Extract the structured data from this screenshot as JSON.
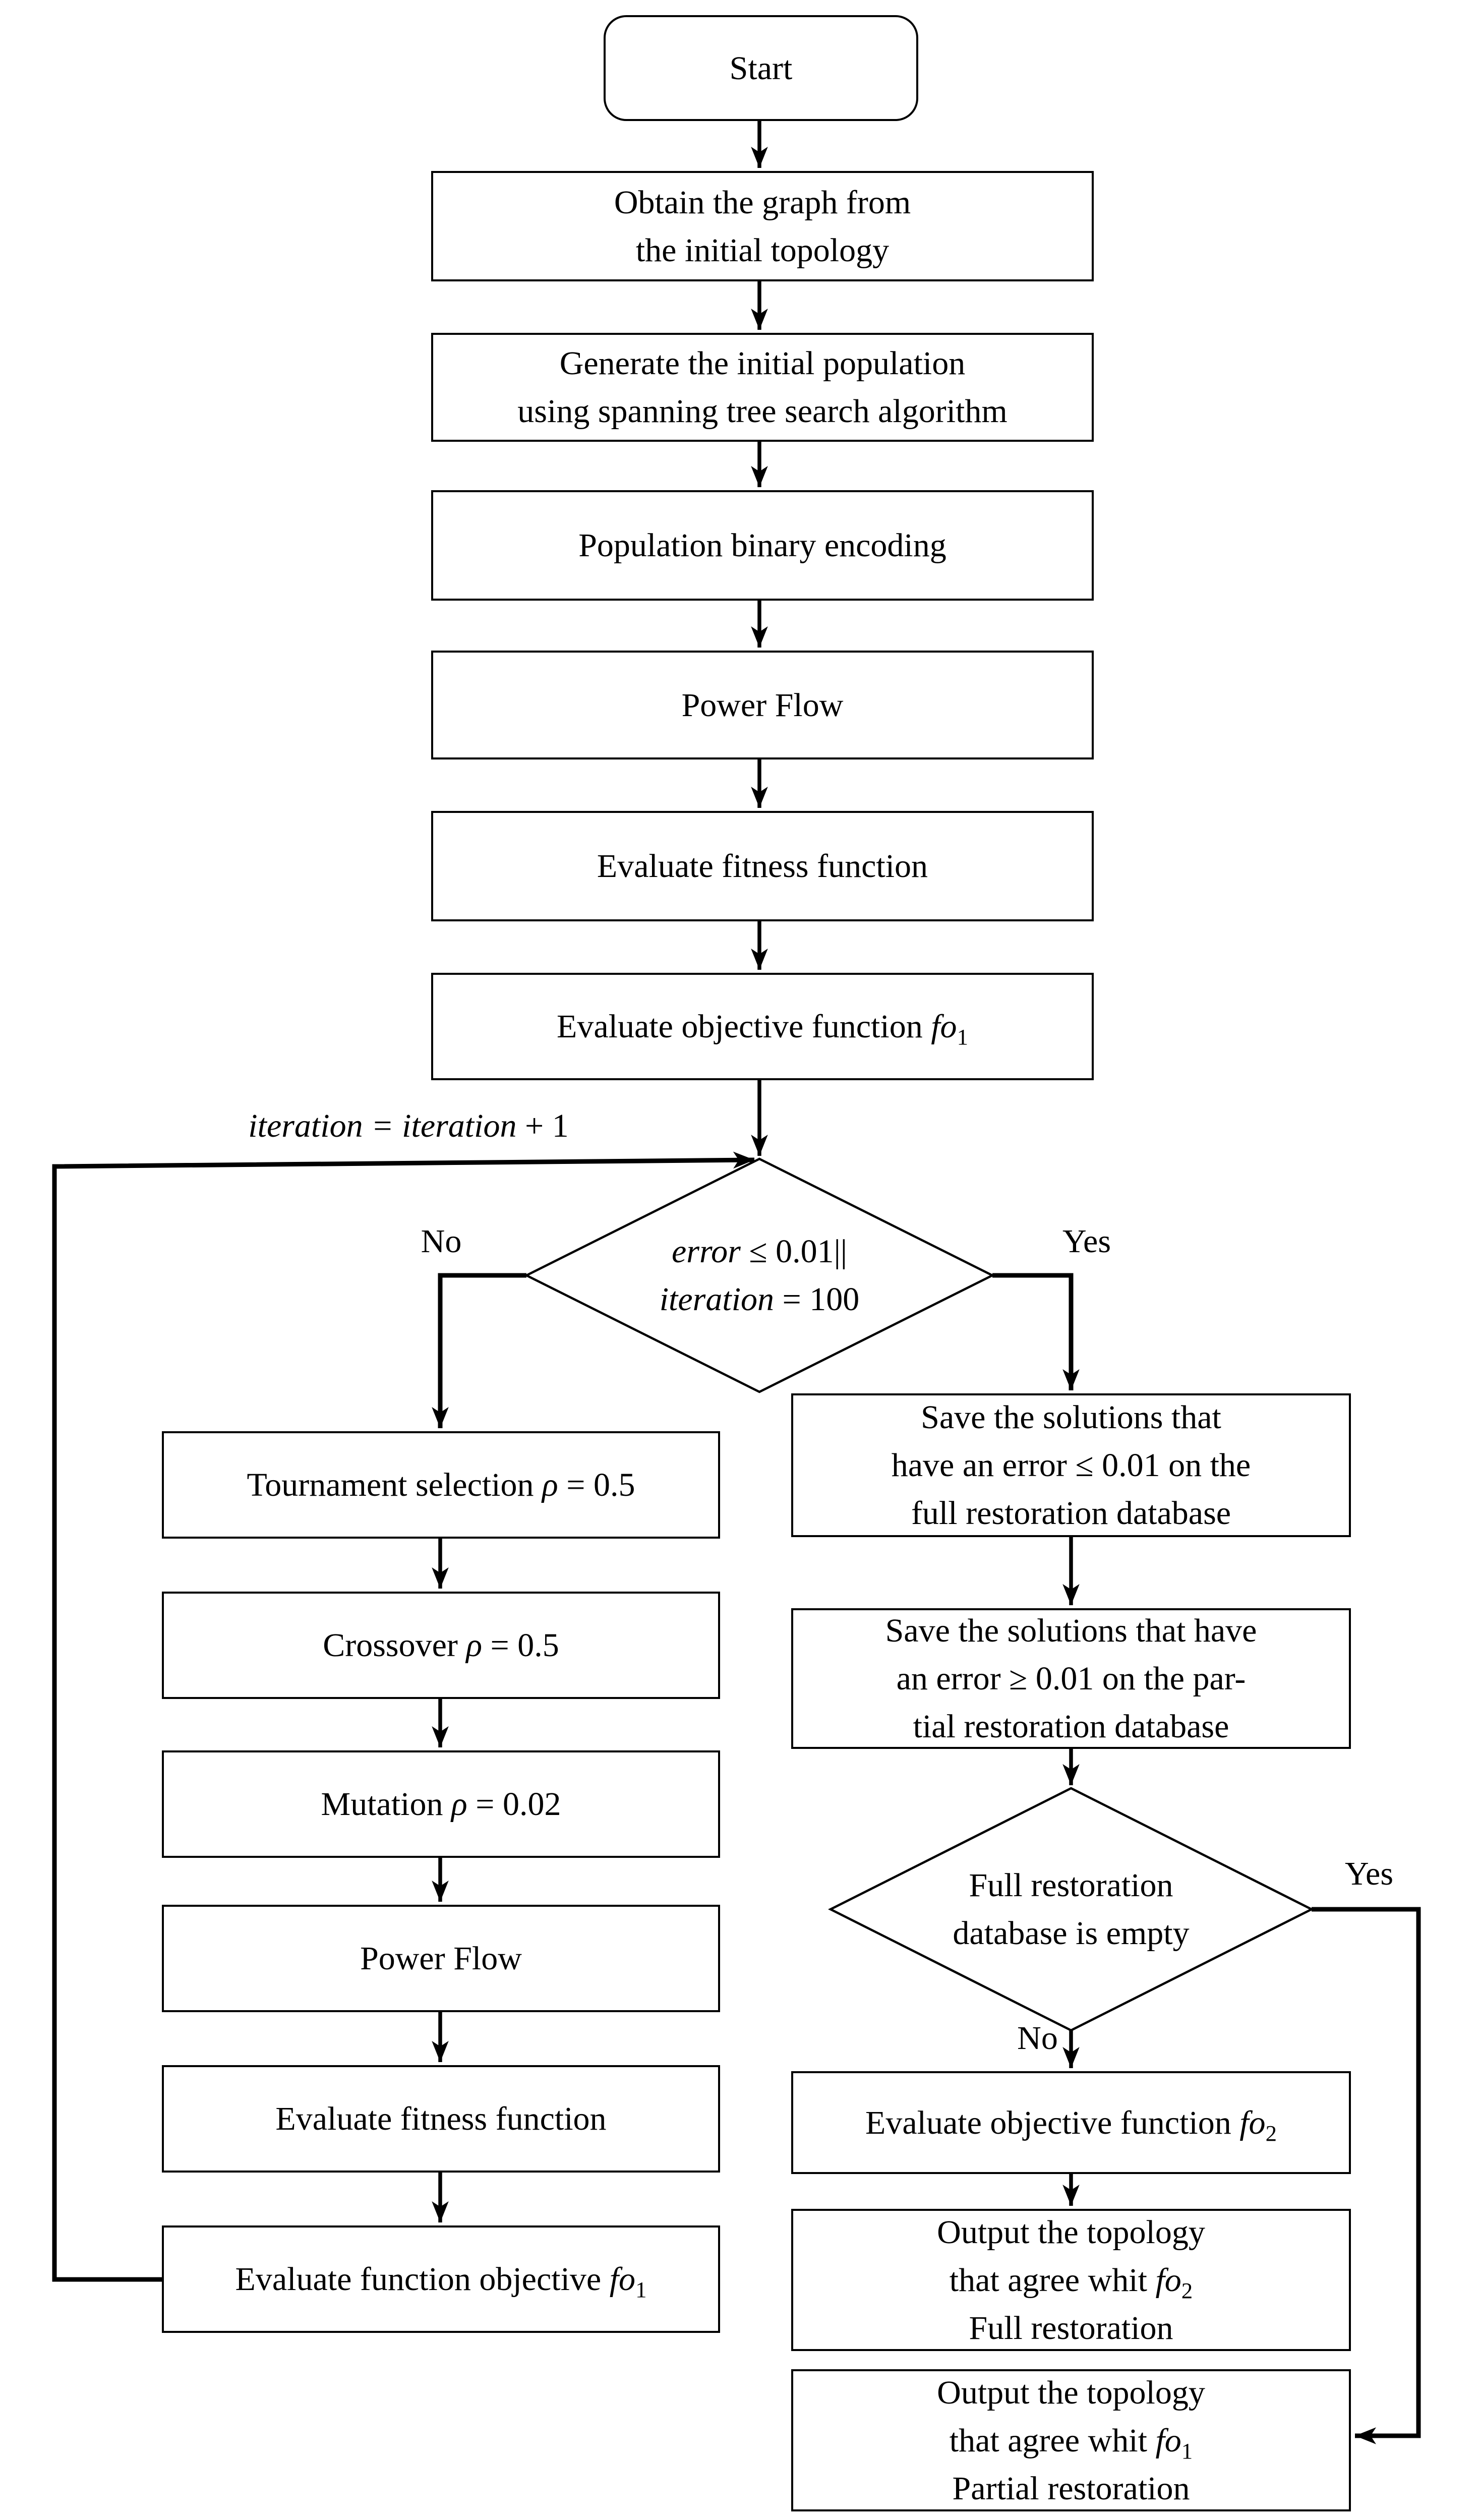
{
  "page": {
    "background": "#ffffff",
    "ink": "#000000"
  },
  "nodes": {
    "start": {
      "label": "Start"
    },
    "obtain_graph": {
      "lines": [
        "Obtain the graph from",
        "the initial topology"
      ]
    },
    "generate_population": {
      "lines": [
        "Generate the initial population",
        "using spanning tree search algorithm"
      ]
    },
    "binary_encoding": {
      "label": "Population binary encoding"
    },
    "power_flow_main": {
      "label": "Power Flow"
    },
    "evaluate_fitness_main": {
      "label": "Evaluate fitness function"
    },
    "evaluate_objective_fo1": {
      "pre": "Evaluate objective function ",
      "math": "fo",
      "sub": "1"
    },
    "decision_error": {
      "line1_math": "error",
      "line1_rest": " ≤ 0.01||",
      "line2_math": "iteration",
      "line2_rest": " = 100"
    },
    "tournament_selection": {
      "pre": "Tournament selection ",
      "math": "ρ",
      "post": " = 0.5"
    },
    "crossover": {
      "pre": "Crossover ",
      "math": "ρ",
      "post": " = 0.5"
    },
    "mutation": {
      "pre": "Mutation ",
      "math": "ρ",
      "post": " = 0.02"
    },
    "power_flow_loop": {
      "label": "Power Flow"
    },
    "evaluate_fitness_loop": {
      "label": "Evaluate fitness function"
    },
    "evaluate_function_objective_fo1": {
      "pre": "Evaluate function objective ",
      "math": "fo",
      "sub": "1"
    },
    "save_full_restoration": {
      "lines": [
        "Save the solutions that",
        "have an error ≤ 0.01 on the",
        "full restoration database"
      ]
    },
    "save_partial_restoration": {
      "lines": [
        "Save the solutions that have",
        "an error ≥ 0.01 on the par-",
        "tial restoration database"
      ]
    },
    "decision_full_db_empty": {
      "lines": [
        "Full restoration",
        "database is empty"
      ]
    },
    "evaluate_objective_fo2": {
      "pre": "Evaluate objective function ",
      "math": "fo",
      "sub": "2"
    },
    "output_full_restoration": {
      "line1": "Output the topology",
      "line2_pre": "that agree whit ",
      "line2_math": "fo",
      "line2_sub": "2",
      "line3": "Full restoration"
    },
    "output_partial_restoration": {
      "line1": "Output the topology",
      "line2_pre": "that agree whit ",
      "line2_math": "fo",
      "line2_sub": "1",
      "line3": "Partial restoration"
    }
  },
  "labels": {
    "loop_counter_math": "iteration = iteration",
    "loop_counter_rest": " + 1",
    "decision1_no": "No",
    "decision1_yes": "Yes",
    "decision2_yes": "Yes",
    "decision2_no": "No"
  }
}
